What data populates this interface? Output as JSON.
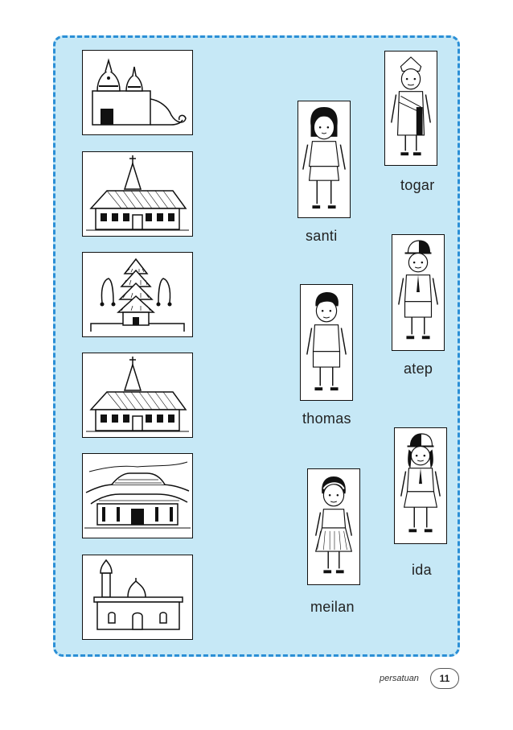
{
  "children": [
    {
      "name": "santi"
    },
    {
      "name": "togar"
    },
    {
      "name": "thomas"
    },
    {
      "name": "atep"
    },
    {
      "name": "meilan"
    },
    {
      "name": "ida"
    }
  ],
  "buildings": [
    {
      "icon": "temple-icon"
    },
    {
      "icon": "church-icon"
    },
    {
      "icon": "pura-icon"
    },
    {
      "icon": "church-icon"
    },
    {
      "icon": "vihara-icon"
    },
    {
      "icon": "mosque-icon"
    }
  ],
  "footer": {
    "label": "persatuan",
    "page": "11"
  },
  "colors": {
    "panel": "#c6e8f6",
    "border": "#2b8fd6"
  }
}
